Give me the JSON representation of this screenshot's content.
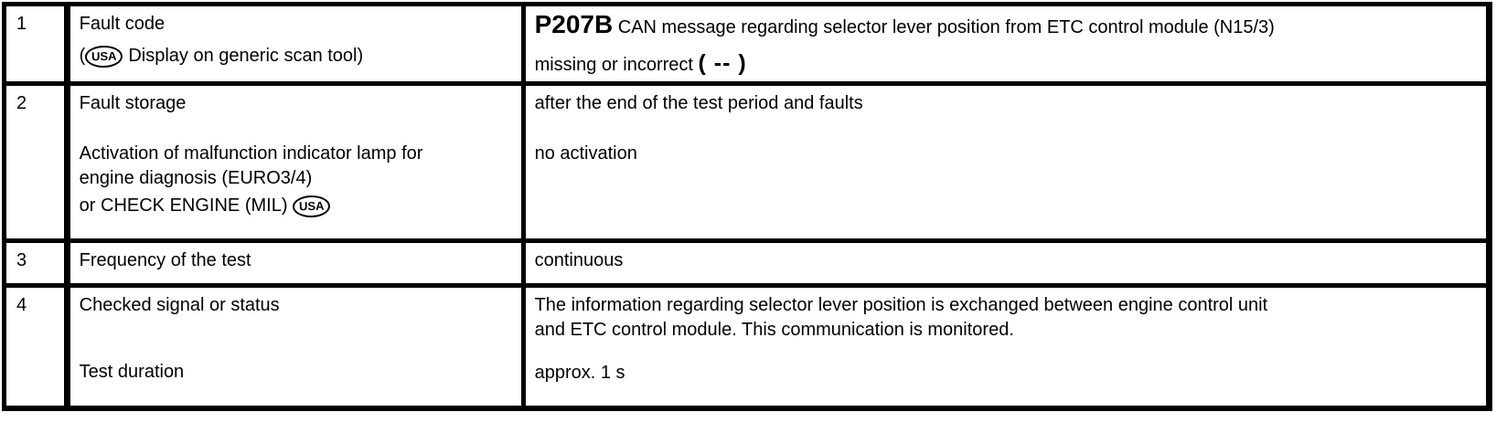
{
  "colors": {
    "text": "#000000",
    "background": "#ffffff",
    "border": "#000000"
  },
  "table": {
    "rows": [
      {
        "num": "1",
        "label": {
          "line1": "Fault code",
          "paren_open": "(",
          "usa_badge": "USA",
          "line2_rest": " Display on generic scan tool)"
        },
        "value": {
          "code": "P207B",
          "line1_rest": " CAN message regarding selector lever position from ETC control module (N15/3)",
          "line2_text": "missing or incorrect ",
          "line2_emph": "( -- )"
        }
      },
      {
        "num": "2",
        "label": {
          "block1": "Fault storage",
          "block2_line1": "Activation of malfunction indicator lamp for",
          "block2_line2": "engine diagnosis (EURO3/4)",
          "block3_text": "or CHECK ENGINE (MIL) ",
          "usa_badge": "USA"
        },
        "value": {
          "block1": "after the end of the test period and faults",
          "block2": "no activation"
        }
      },
      {
        "num": "3",
        "label": {
          "line1": "Frequency of the test"
        },
        "value": {
          "line1": "continuous"
        }
      },
      {
        "num": "4",
        "label": {
          "block1": "Checked signal or status",
          "block2": "Test duration"
        },
        "value": {
          "block1_line1": "The information regarding selector lever position is exchanged between engine control unit",
          "block1_line2": "and ETC control module. This communication is monitored.",
          "block2": "approx. 1 s"
        }
      }
    ]
  }
}
